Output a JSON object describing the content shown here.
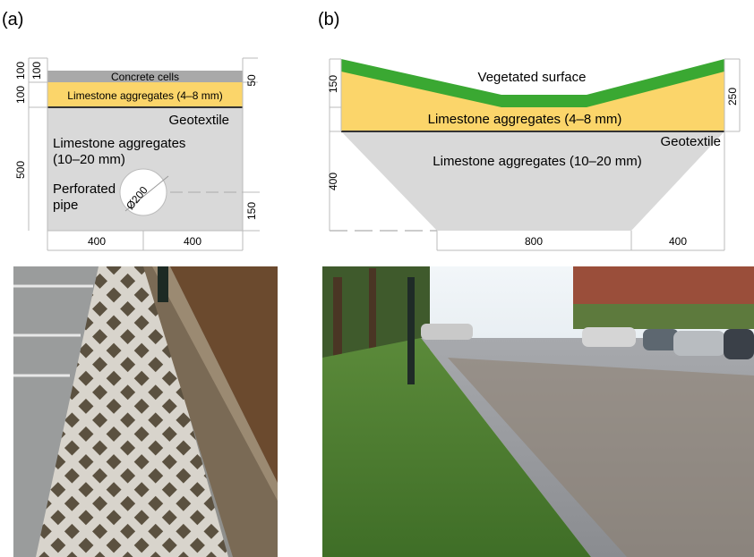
{
  "panel_a": {
    "label": "(a)",
    "layers": {
      "concrete": "Concrete cells",
      "fine_aggregates": "Limestone aggregates (4–8 mm)",
      "geotextile": "Geotextile",
      "coarse_aggregates_line1": "Limestone aggregates",
      "coarse_aggregates_line2": "(10–20 mm)",
      "pipe_line1": "Perforated",
      "pipe_line2": "pipe",
      "pipe_diameter": "Ø200"
    },
    "dimensions": {
      "top_left_1": "100",
      "top_left_2": "100",
      "left_500": "500",
      "right_50": "50",
      "right_150": "150",
      "bottom_left": "400",
      "bottom_right": "400"
    },
    "colors": {
      "concrete": "#a9a9a9",
      "fine": "#fbd56a",
      "coarse": "#d9d9d9"
    }
  },
  "panel_b": {
    "label": "(b)",
    "layers": {
      "vegetated": "Vegetated surface",
      "fine_aggregates": "Limestone aggregates (4–8 mm)",
      "geotextile": "Geotextile",
      "coarse_aggregates": "Limestone aggregates (10–20 mm)"
    },
    "dimensions": {
      "left_150": "150",
      "left_400": "400",
      "right_250": "250",
      "bottom_center": "800",
      "bottom_right": "400"
    },
    "colors": {
      "vegetated": "#3aa832",
      "fine": "#fbd56a",
      "coarse": "#d9d9d9"
    }
  }
}
